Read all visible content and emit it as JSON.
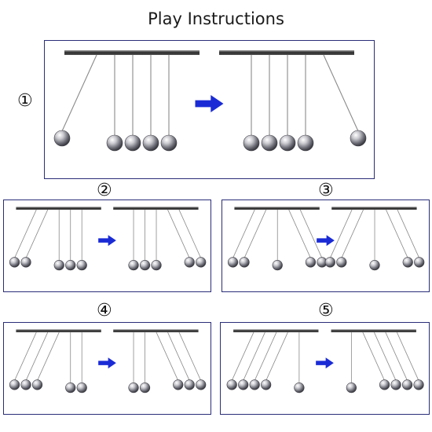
{
  "title": "Play Instructions",
  "accent_color": "#1a2bd6",
  "frame_color": "#2a2d78",
  "arrow_icon": "right-arrow",
  "steps": [
    {
      "number": "①",
      "before": [
        {
          "state": "raised-left"
        },
        {
          "state": "rest"
        },
        {
          "state": "rest"
        },
        {
          "state": "rest"
        },
        {
          "state": "rest"
        }
      ],
      "after": [
        {
          "state": "rest"
        },
        {
          "state": "rest"
        },
        {
          "state": "rest"
        },
        {
          "state": "rest"
        },
        {
          "state": "raised-right"
        }
      ]
    },
    {
      "number": "②",
      "before": [
        {
          "state": "raised-left"
        },
        {
          "state": "raised-left"
        },
        {
          "state": "rest"
        },
        {
          "state": "rest"
        },
        {
          "state": "rest"
        }
      ],
      "after": [
        {
          "state": "rest"
        },
        {
          "state": "rest"
        },
        {
          "state": "rest"
        },
        {
          "state": "raised-right"
        },
        {
          "state": "raised-right"
        }
      ]
    },
    {
      "number": "③",
      "before": [
        {
          "state": "raised-left"
        },
        {
          "state": "raised-left"
        },
        {
          "state": "rest"
        },
        {
          "state": "raised-right"
        },
        {
          "state": "raised-right"
        }
      ],
      "after": [
        {
          "state": "raised-left"
        },
        {
          "state": "raised-left"
        },
        {
          "state": "rest"
        },
        {
          "state": "raised-right"
        },
        {
          "state": "raised-right"
        }
      ]
    },
    {
      "number": "④",
      "before": [
        {
          "state": "raised-left"
        },
        {
          "state": "raised-left"
        },
        {
          "state": "raised-left"
        },
        {
          "state": "rest"
        },
        {
          "state": "rest"
        }
      ],
      "after": [
        {
          "state": "rest"
        },
        {
          "state": "rest"
        },
        {
          "state": "raised-right"
        },
        {
          "state": "raised-right"
        },
        {
          "state": "raised-right"
        }
      ]
    },
    {
      "number": "⑤",
      "before": [
        {
          "state": "raised-left"
        },
        {
          "state": "raised-left"
        },
        {
          "state": "raised-left"
        },
        {
          "state": "raised-left"
        },
        {
          "state": "rest"
        }
      ],
      "after": [
        {
          "state": "rest"
        },
        {
          "state": "raised-right"
        },
        {
          "state": "raised-right"
        },
        {
          "state": "raised-right"
        },
        {
          "state": "raised-right"
        }
      ]
    }
  ]
}
